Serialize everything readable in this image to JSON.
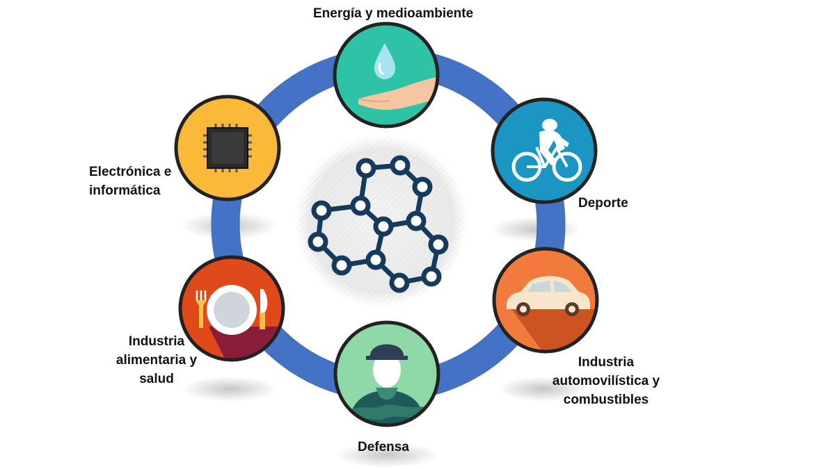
{
  "diagram": {
    "nodes": [
      {
        "id": "energia",
        "lines": [
          "Energía y medioambiente"
        ],
        "icon": "water-drop-hand-icon",
        "color": "#2ec2a6"
      },
      {
        "id": "deporte",
        "lines": [
          "Deporte"
        ],
        "icon": "cyclist-icon",
        "color": "#1b95c2"
      },
      {
        "id": "automovil",
        "lines": [
          "Industria",
          "automovilística y",
          "combustibles"
        ],
        "icon": "car-icon",
        "color": "#f27a3c"
      },
      {
        "id": "defensa",
        "lines": [
          "Defensa"
        ],
        "icon": "soldier-icon",
        "color": "#8fd8a8"
      },
      {
        "id": "alimentaria",
        "lines": [
          "Industria",
          "alimentaria y",
          "salud"
        ],
        "icon": "plate-cutlery-icon",
        "color": "#e04a1a"
      },
      {
        "id": "electronica",
        "lines": [
          "Electrónica e",
          "informática"
        ],
        "icon": "microchip-icon",
        "color": "#fbb93a"
      }
    ],
    "center_icon": "graphene-hexagon-icon",
    "ring_color": "#4472c4",
    "node_border_color": "#222222"
  }
}
